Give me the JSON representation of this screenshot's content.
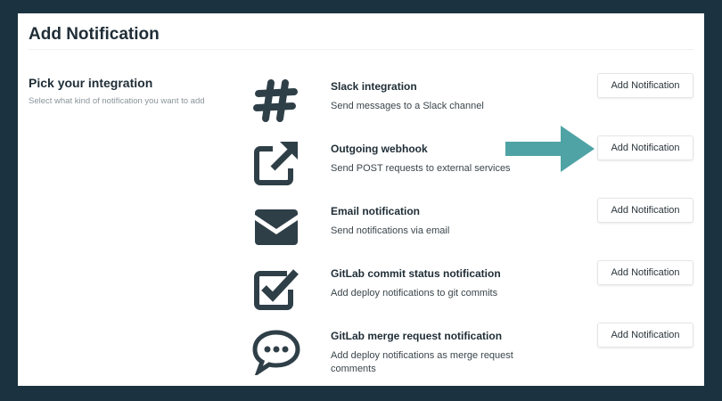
{
  "header": {
    "title": "Add Notification"
  },
  "sidebar": {
    "heading": "Pick your integration",
    "subtext": "Select what kind of notification you want to add"
  },
  "integrations": [
    {
      "name": "Slack integration",
      "description": "Send messages to a Slack channel",
      "icon": "slack-hash-icon",
      "button": "Add Notification"
    },
    {
      "name": "Outgoing webhook",
      "description": "Send POST requests to external services",
      "icon": "external-link-icon",
      "button": "Add Notification"
    },
    {
      "name": "Email notification",
      "description": "Send notifications via email",
      "icon": "envelope-icon",
      "button": "Add Notification"
    },
    {
      "name": "GitLab commit status notification",
      "description": "Add deploy notifications to git commits",
      "icon": "checkbox-icon",
      "button": "Add Notification"
    },
    {
      "name": "GitLab merge request notification",
      "description": "Add deploy notifications as merge request comments",
      "icon": "comment-icon",
      "button": "Add Notification"
    }
  ],
  "colors": {
    "background": "#1b3240",
    "icon": "#2f3f48",
    "arrow": "#4fa3a5"
  }
}
